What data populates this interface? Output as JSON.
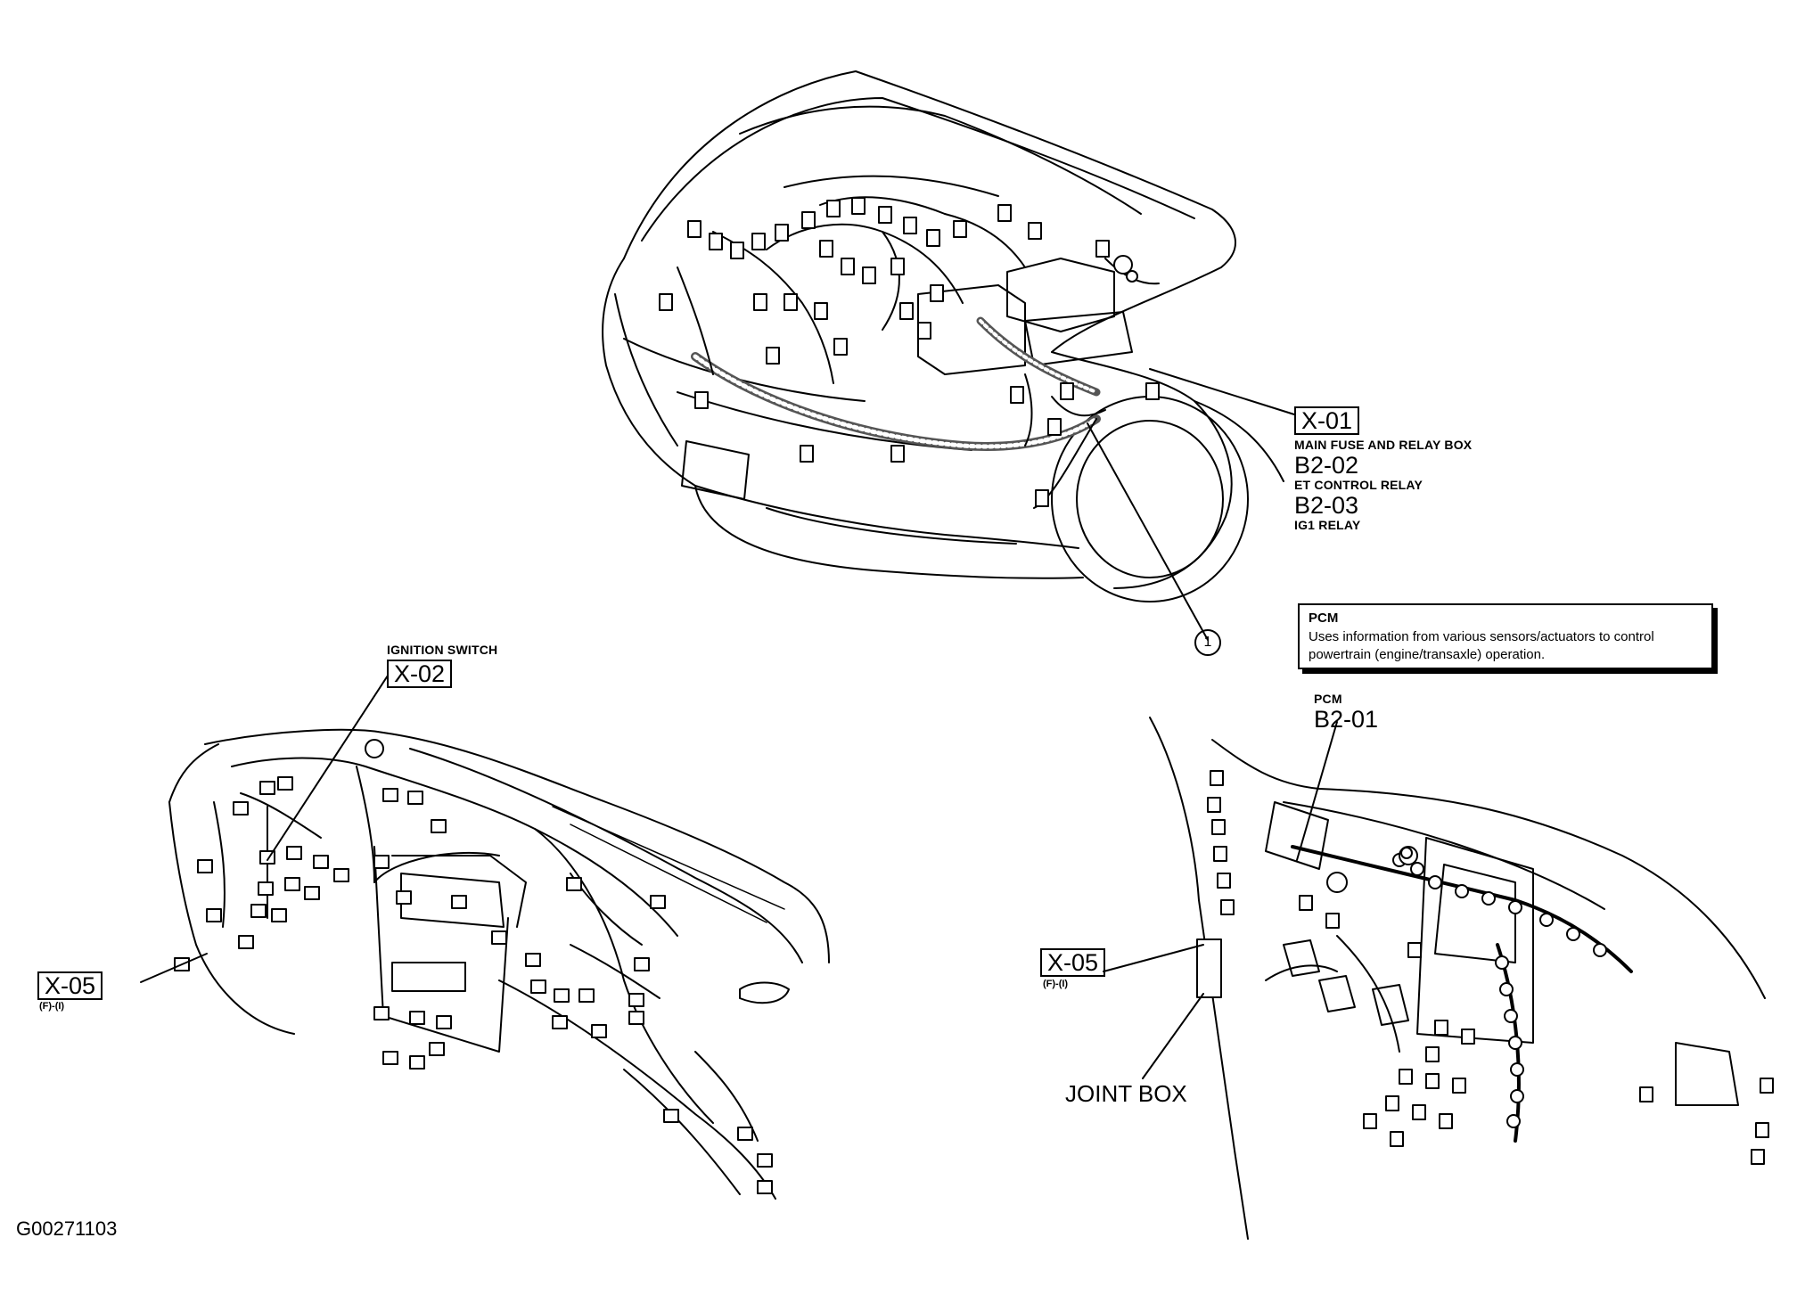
{
  "callouts": {
    "x01": {
      "code": "X-01",
      "name": "MAIN FUSE AND RELAY BOX"
    },
    "b202": {
      "code": "B2-02",
      "name": "ET CONTROL RELAY"
    },
    "b203": {
      "code": "B2-03",
      "name": "IG1 RELAY"
    },
    "circle_1": "1",
    "x02": {
      "code": "X-02",
      "name": "IGNITION SWITCH"
    },
    "x05_left": {
      "code": "X-05",
      "note": "(F)-(I)"
    },
    "x05_right": {
      "code": "X-05",
      "note": "(F)-(I)"
    },
    "b201": {
      "code": "B2-01",
      "name": "PCM"
    },
    "joint_box": "JOINT BOX"
  },
  "pcm_note": {
    "title": "PCM",
    "text": "Uses information from various sensors/actuators to control powertrain (engine/transaxle) operation."
  },
  "figure_ref": "G00271103"
}
